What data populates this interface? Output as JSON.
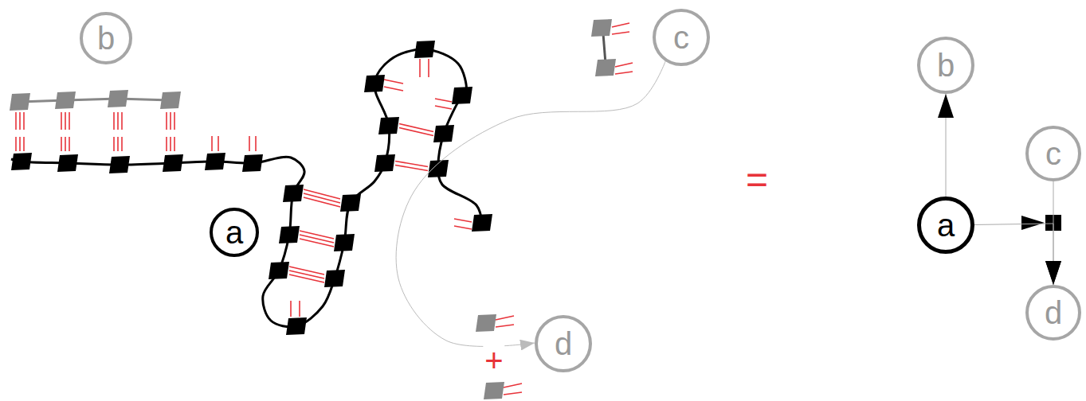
{
  "diagram": {
    "nodes": [
      {
        "text": [
          "b"
        ]
      },
      {
        "text": [
          "a"
        ]
      },
      {
        "text": [
          "c"
        ]
      },
      {
        "text": [
          "d"
        ]
      },
      {
        "text": [
          "b"
        ]
      },
      {
        "text": [
          "c"
        ]
      },
      {
        "text": [
          "a"
        ]
      },
      {
        "text": [
          "d"
        ]
      }
    ],
    "edges": [
      {
        "from": 2,
        "to": 3,
        "arrow": "to"
      },
      {
        "from": 6,
        "to": 4,
        "arrow": "to"
      },
      {
        "from": 6,
        "to": 7,
        "arrow": "to"
      },
      {
        "from": 5,
        "to": 7,
        "arrow": "to"
      }
    ],
    "labels": [
      "=",
      "+"
    ]
  }
}
